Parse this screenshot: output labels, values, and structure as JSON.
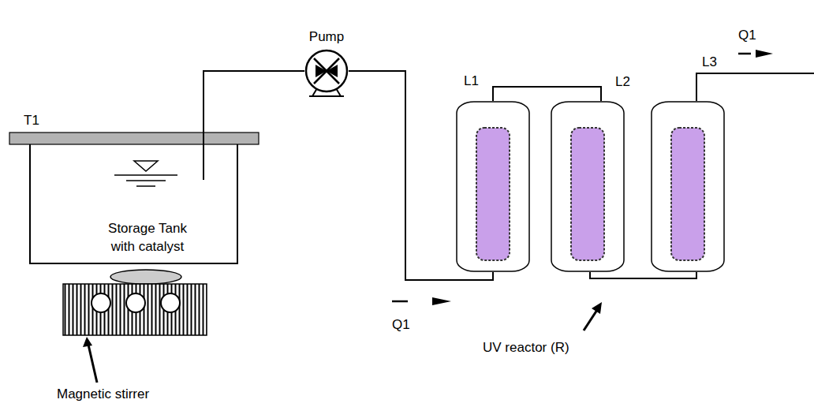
{
  "diagram": {
    "nodes": [
      {
        "text": [
          "Storage Tank with catalyst"
        ]
      },
      {
        "text": [
          "Pump"
        ]
      },
      {
        "text": [
          "L1"
        ]
      },
      {
        "text": [
          "L2"
        ]
      },
      {
        "text": [
          "L3"
        ]
      }
    ],
    "edges": [
      {
        "from": 0,
        "to": 1,
        "arrow": "none"
      },
      {
        "from": 1,
        "to": 2,
        "arrow": "none"
      },
      {
        "from": 2,
        "to": 3,
        "arrow": "none"
      },
      {
        "from": 3,
        "to": 4,
        "arrow": "none"
      }
    ],
    "labels": [
      "T1",
      "Q1",
      "Q1",
      "UV reactor (R)",
      "Magnetic stirrer"
    ]
  }
}
